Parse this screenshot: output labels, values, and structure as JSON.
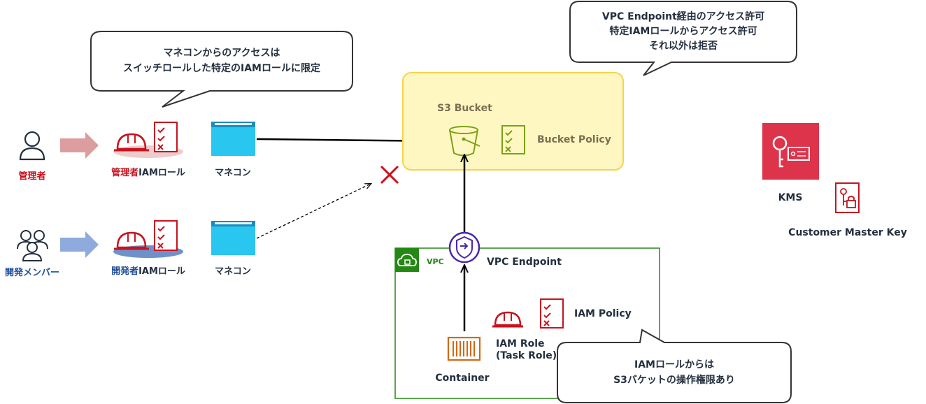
{
  "callouts": {
    "console_access": [
      "マネコンからのアクセスは",
      "スイッチロールした特定のIAMロールに限定"
    ],
    "bucket_access": [
      "VPC Endpoint経由のアクセス許可",
      "特定IAMロールからアクセス許可",
      "それ以外は拒否"
    ],
    "iam_role": [
      "IAMロールからは",
      "S3バケットの操作権限あり"
    ]
  },
  "actors": {
    "admin": {
      "label": "管理者",
      "color": "#c7131f"
    },
    "developer": {
      "label": "開発メンバー",
      "color": "#1f4e9c"
    }
  },
  "roles": {
    "admin_role_prefix": "管理者",
    "developer_role_prefix": "開発者",
    "role_suffix": "IAMロール"
  },
  "consoles": {
    "label": "マネコン"
  },
  "s3": {
    "bucket_label": "S3 Bucket",
    "policy_label": "Bucket Policy"
  },
  "vpc": {
    "label": "VPC",
    "endpoint_label": "VPC Endpoint",
    "container_label": "Container",
    "iam_role_label": "IAM Role",
    "task_role_label": "(Task Role)",
    "iam_policy_label": "IAM Policy"
  },
  "kms": {
    "label": "KMS",
    "cmk_label": "Customer Master Key"
  },
  "colors": {
    "iam_red": "#c7131f",
    "admin_arrow": "#db9d9d",
    "dev_arrow": "#8faadc",
    "console_blue": "#29c6ef",
    "s3_green": "#7aa116",
    "bucket_fill": "#fff7c2",
    "bucket_border": "#f5d44a",
    "vpc_green": "#248814",
    "endpoint_purple": "#4d27aa",
    "container_orange": "#d86613",
    "kms_red": "#dd344c",
    "deny_red": "#c7131f"
  }
}
